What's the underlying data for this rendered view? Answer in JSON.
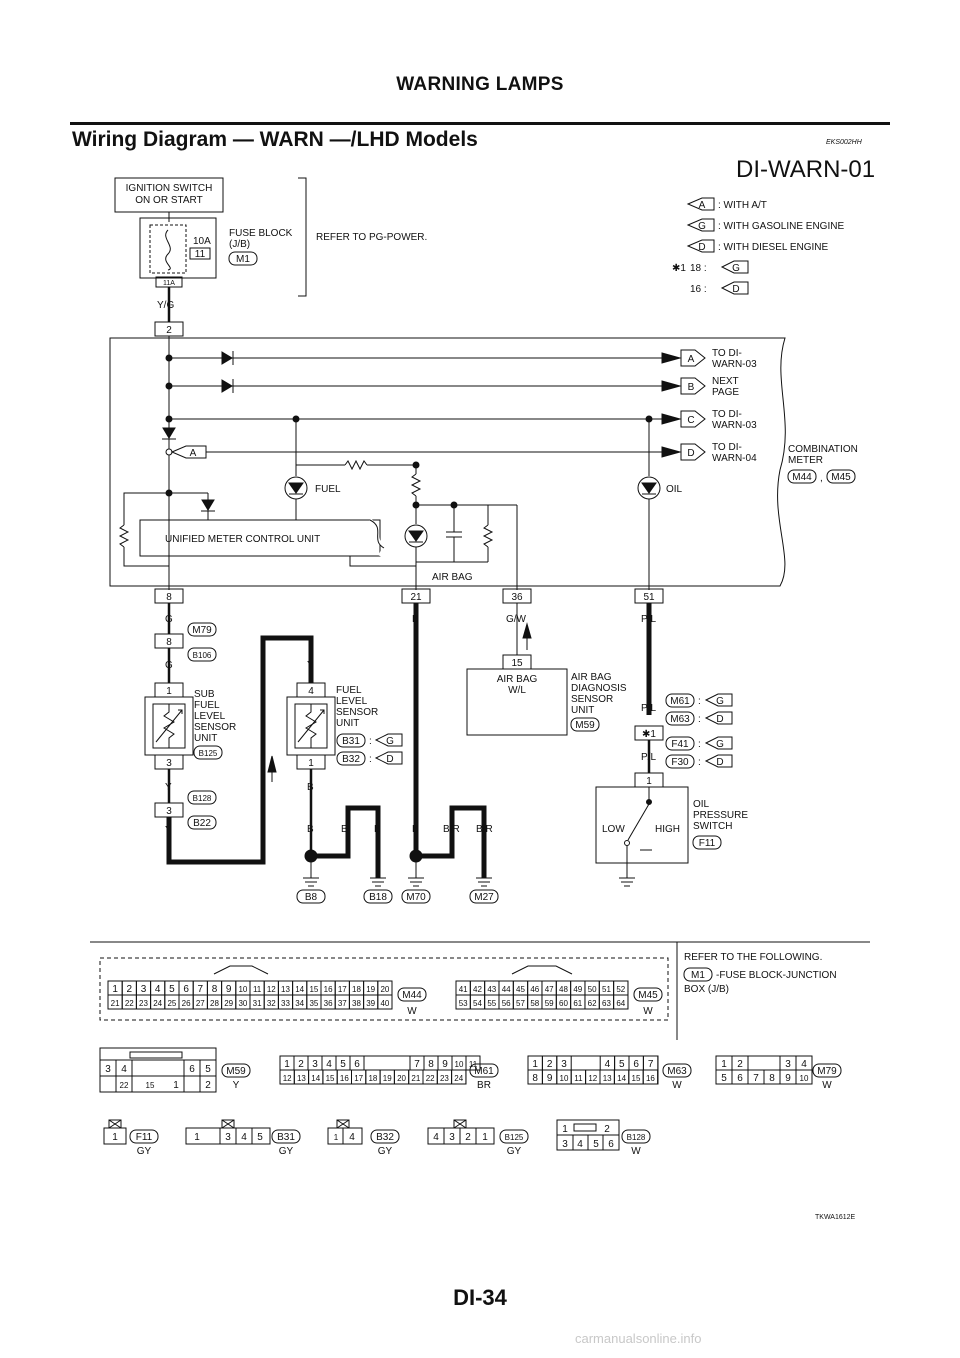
{
  "header": {
    "title": "WARNING LAMPS",
    "section_title": "Wiring Diagram — WARN —/LHD Models",
    "section_code": "EKS002HH",
    "diagram_id": "DI-WARN-01",
    "figure_code": "TKWA1612E",
    "page_number": "DI-34",
    "watermark": "carmanualsonline.info"
  },
  "power": {
    "ignition_l1": "IGNITION SWITCH",
    "ignition_l2": "ON OR START",
    "fuse_amp": "10A",
    "fuse_no": "11",
    "fuse_conn": "11A",
    "fuse_block_l1": "FUSE BLOCK",
    "fuse_block_l2": "(J/B)",
    "fuse_block_conn": "M1",
    "refer": "REFER TO PG-POWER.",
    "wire_color": "Y/G",
    "meter_pin": "2"
  },
  "legend": {
    "a_tag": "A",
    "a_text": ": WITH A/T",
    "g_tag": "G",
    "g_text": ": WITH GASOLINE ENGINE",
    "d_tag": "D",
    "d_text": ": WITH DIESEL ENGINE",
    "star": "✱1",
    "pin18": "18 :",
    "pin18_tag": "G",
    "pin16": "16 :",
    "pin16_tag": "D"
  },
  "meter": {
    "arrow_a": "A",
    "arrow_b": "B",
    "arrow_c": "C",
    "arrow_d": "D",
    "to_a_l1": "TO DI-",
    "to_a_l2": "WARN-03",
    "to_b_l1": "NEXT",
    "to_b_l2": "PAGE",
    "to_c_l1": "TO DI-",
    "to_c_l2": "WARN-03",
    "to_d_l1": "TO DI-",
    "to_d_l2": "WARN-04",
    "inner_a": "A",
    "combo_l1": "COMBINATION",
    "combo_l2": "METER",
    "combo_c1": "M44",
    "combo_sep": ",",
    "combo_c2": "M45",
    "fuel": "FUEL",
    "oil": "OIL",
    "airbag": "AIR BAG",
    "umcu": "UNIFIED METER CONTROL UNIT",
    "pin8": "8",
    "pin21": "21",
    "pin36": "36",
    "pin51": "51"
  },
  "lower": {
    "g1": "G",
    "g2": "G",
    "pin8b": "8",
    "m79": "M79",
    "b106": "B106",
    "sub_pin1": "1",
    "sub_pin3": "3",
    "sub_l1": "SUB",
    "sub_l2": "FUEL",
    "sub_l3": "LEVEL",
    "sub_l4": "SENSOR",
    "sub_l5": "UNIT",
    "b125": "B125",
    "y1": "Y",
    "y2": "Y",
    "pin3b": "3",
    "b128": "B128",
    "b22": "B22",
    "y_top": "Y",
    "fls_pin4": "4",
    "fls_pin1": "1",
    "fls_l1": "FUEL",
    "fls_l2": "LEVEL",
    "fls_l3": "SENSOR",
    "fls_l4": "UNIT",
    "b31": "B31",
    "b31_sep": ":",
    "b31_tag": "G",
    "b32": "B32",
    "b32_sep": ":",
    "b32_tag": "D",
    "b_w1": "B",
    "b_w2": "B",
    "b_w3": "B",
    "b_w4": "B",
    "b_w5": "B",
    "b_w6": "B",
    "br1": "B/R",
    "br2": "B/R",
    "b8": "B8",
    "b18": "B18",
    "m70": "M70",
    "m27": "M27",
    "gw": "G/W",
    "ab_pin": "15",
    "abwl_l1": "AIR BAG",
    "abwl_l2": "W/L",
    "abd_l1": "AIR BAG",
    "abd_l2": "DIAGNOSIS",
    "abd_l3": "SENSOR",
    "abd_l4": "UNIT",
    "m59": "M59",
    "pl1": "P/L",
    "pl2": "P/L",
    "pl3": "P/L",
    "m61": "M61",
    "m61_sep": ":",
    "m61_tag": "G",
    "m63": "M63",
    "m63_sep": ":",
    "m63_tag": "D",
    "star": "✱1",
    "f41": "F41",
    "f41_sep": ":",
    "f41_tag": "G",
    "f30": "F30",
    "f30_sep": ":",
    "f30_tag": "D",
    "ops_pin": "1",
    "low": "LOW",
    "high": "HIGH",
    "ops_l1": "OIL",
    "ops_l2": "PRESSURE",
    "ops_l3": "SWITCH",
    "f11": "F11"
  },
  "connectors": {
    "refer_l1": "REFER TO THE FOLLOWING.",
    "refer_conn": "M1",
    "refer_l2": "-FUSE BLOCK-JUNCTION",
    "refer_l3": "BOX (J/B)",
    "m44": "M44",
    "m44_color": "W",
    "m45": "M45",
    "m45_color": "W",
    "m44_row1": [
      "1",
      "2",
      "3",
      "4",
      "5",
      "6",
      "7",
      "8",
      "9",
      "10",
      "11",
      "12",
      "13",
      "14",
      "15",
      "16",
      "17",
      "18",
      "19",
      "20"
    ],
    "m44_row2": [
      "21",
      "22",
      "23",
      "24",
      "25",
      "26",
      "27",
      "28",
      "29",
      "30",
      "31",
      "32",
      "33",
      "34",
      "35",
      "36",
      "37",
      "38",
      "39",
      "40"
    ],
    "m45_row1": [
      "41",
      "42",
      "43",
      "44",
      "45",
      "46",
      "47",
      "48",
      "49",
      "50",
      "51",
      "52"
    ],
    "m45_row2": [
      "53",
      "54",
      "55",
      "56",
      "57",
      "58",
      "59",
      "60",
      "61",
      "62",
      "63",
      "64"
    ],
    "m59": "M59",
    "m59_color": "Y",
    "m59_row1": [
      "3",
      "4",
      "6",
      "5"
    ],
    "m59_row2": [
      "22",
      "15",
      "1",
      "2"
    ],
    "m61": "M61",
    "m61_color": "BR",
    "m61_row1": [
      "1",
      "2",
      "3",
      "4",
      "5",
      "6",
      "7",
      "8",
      "9",
      "10",
      "11"
    ],
    "m61_row2": [
      "12",
      "13",
      "14",
      "15",
      "16",
      "17",
      "18",
      "19",
      "20",
      "21",
      "22",
      "23",
      "24"
    ],
    "m63": "M63",
    "m63_color": "W",
    "m63_row1": [
      "1",
      "2",
      "3",
      "4",
      "5",
      "6",
      "7"
    ],
    "m63_row2": [
      "8",
      "9",
      "10",
      "11",
      "12",
      "13",
      "14",
      "15",
      "16"
    ],
    "m79": "M79",
    "m79_color": "W",
    "m79_row1": [
      "1",
      "2",
      "3",
      "4"
    ],
    "m79_row2": [
      "5",
      "6",
      "7",
      "8",
      "9",
      "10"
    ],
    "f11": "F11",
    "f11_color": "GY",
    "f11_pins": [
      "1"
    ],
    "b31": "B31",
    "b31_color": "GY",
    "b31_pins": [
      "1",
      "3",
      "4",
      "5"
    ],
    "b32": "B32",
    "b32_color": "GY",
    "b32_pins": [
      "1",
      "4"
    ],
    "b125": "B125",
    "b125_color": "GY",
    "b125_pins": [
      "4",
      "3",
      "2",
      "1"
    ],
    "b128": "B128",
    "b128_color": "W",
    "b128_row1": [
      "1",
      "2"
    ],
    "b128_row2": [
      "3",
      "4",
      "5",
      "6"
    ]
  }
}
